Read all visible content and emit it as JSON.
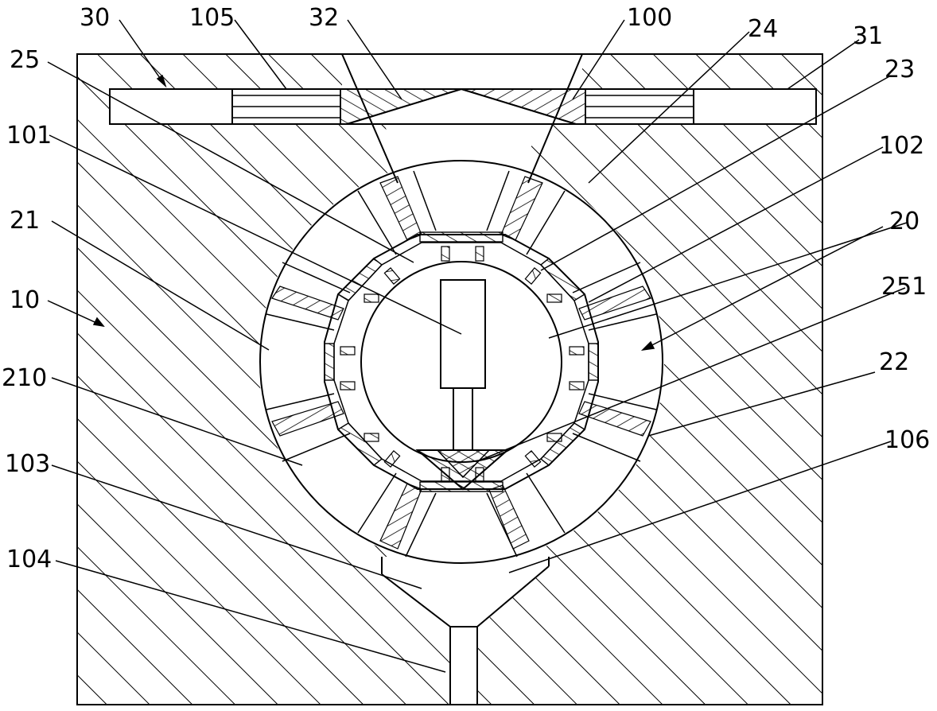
{
  "callouts": {
    "c30": "30",
    "c105": "105",
    "c32": "32",
    "c100": "100",
    "c24": "24",
    "c31": "31",
    "c25": "25",
    "c23": "23",
    "c101": "101",
    "c102": "102",
    "c21": "21",
    "c20": "20",
    "c10": "10",
    "c251": "251",
    "c22": "22",
    "c210": "210",
    "c103": "103",
    "c106": "106",
    "c104": "104"
  },
  "colors": {
    "line": "#000000",
    "background": "#ffffff"
  }
}
